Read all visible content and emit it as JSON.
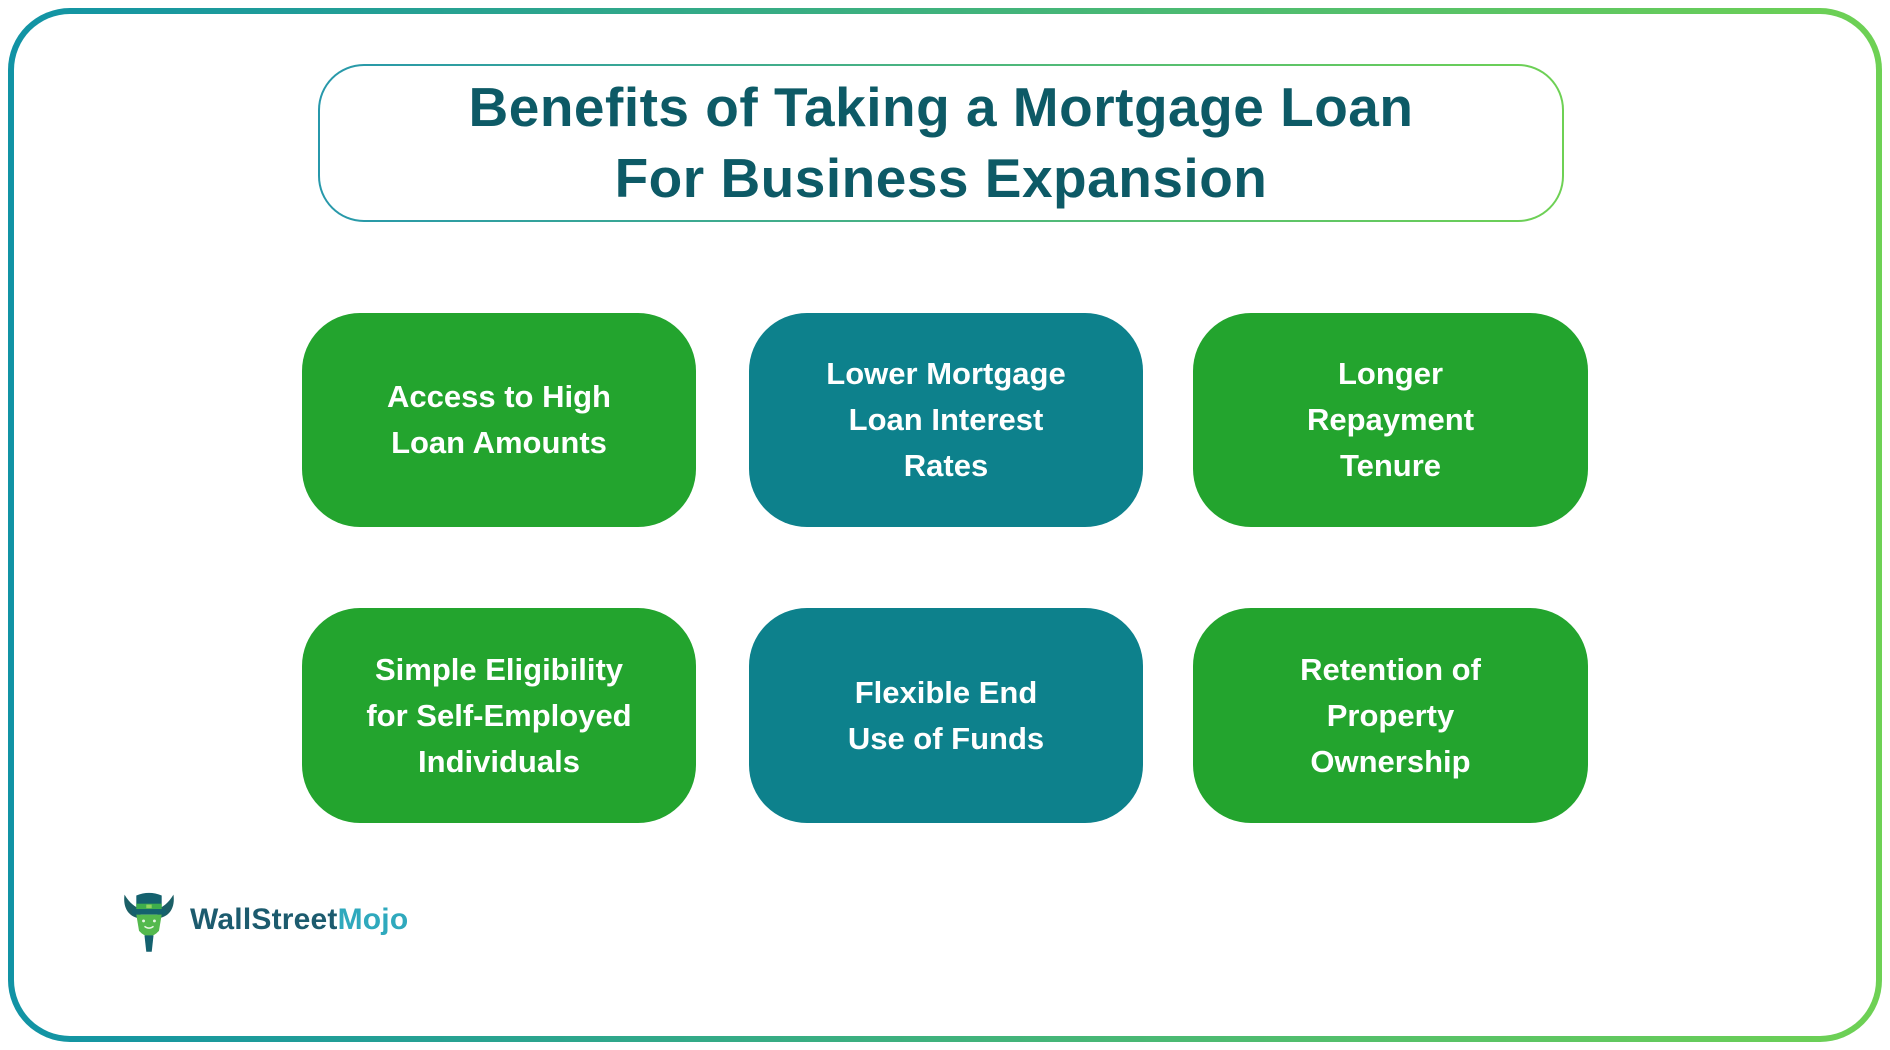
{
  "title": {
    "text": "Benefits of Taking a Mortgage Loan\nFor Business Expansion",
    "color": "#0d5a66"
  },
  "theme": {
    "background": "#ffffff",
    "card_text_color": "#ffffff",
    "green": "#23a42e",
    "teal": "#0d818c",
    "frame_gradient_start": "#1193a5",
    "frame_gradient_end": "#6ed154"
  },
  "benefits": [
    {
      "label": "Access to High\nLoan Amounts",
      "color": "#23a42e"
    },
    {
      "label": "Lower Mortgage\nLoan Interest\nRates",
      "color": "#0d818c"
    },
    {
      "label": "Longer\nRepayment\nTenure",
      "color": "#23a42e"
    },
    {
      "label": "Simple Eligibility\nfor Self-Employed\nIndividuals",
      "color": "#23a42e"
    },
    {
      "label": "Flexible End\nUse of Funds",
      "color": "#0d818c"
    },
    {
      "label": "Retention of\nProperty\nOwnership",
      "color": "#23a42e"
    }
  ],
  "logo": {
    "brand_part1": "WallStreet",
    "brand_part2": "Mojo",
    "part1_color": "#1c5b6e",
    "part2_color": "#2fa9bd",
    "icon": "bull-mascot-icon"
  }
}
